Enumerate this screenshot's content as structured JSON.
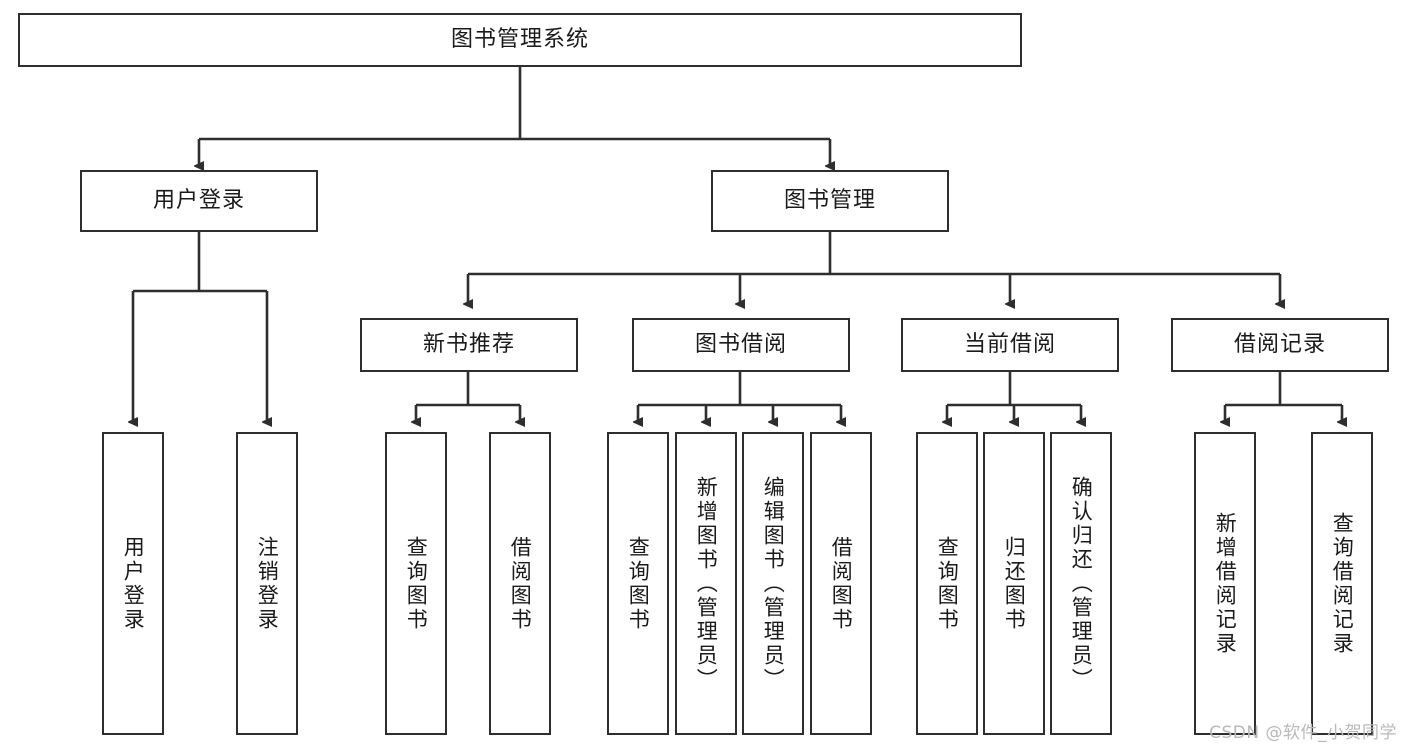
{
  "diagram": {
    "title": "图书管理系统",
    "type": "tree",
    "watermark": "CSDN @软件_小贺同学",
    "colors": {
      "border": "#2e2e2e",
      "background": "#ffffff",
      "text": "#1a1a1a",
      "connector": "#2e2e2e",
      "watermark": "#b9b9b9"
    },
    "root": {
      "label": "图书管理系统"
    },
    "level2": [
      {
        "label": "用户登录"
      },
      {
        "label": "图书管理"
      }
    ],
    "level3": [
      {
        "label": "新书推荐"
      },
      {
        "label": "图书借阅"
      },
      {
        "label": "当前借阅"
      },
      {
        "label": "借阅记录"
      }
    ],
    "leaves": {
      "user_login": [
        {
          "label": "用户登录"
        },
        {
          "label": "注销登录"
        }
      ],
      "new_book_recommend": [
        {
          "label": "查询图书"
        },
        {
          "label": "借阅图书"
        }
      ],
      "book_borrow": [
        {
          "label": "查询图书"
        },
        {
          "label": "新增图书（管理员）"
        },
        {
          "label": "编辑图书（管理员）"
        },
        {
          "label": "借阅图书"
        }
      ],
      "current_borrow": [
        {
          "label": "查询图书"
        },
        {
          "label": "归还图书"
        },
        {
          "label": "确认归还（管理员）"
        }
      ],
      "borrow_record": [
        {
          "label": "新增借阅记录"
        },
        {
          "label": "查询借阅记录"
        }
      ]
    }
  }
}
